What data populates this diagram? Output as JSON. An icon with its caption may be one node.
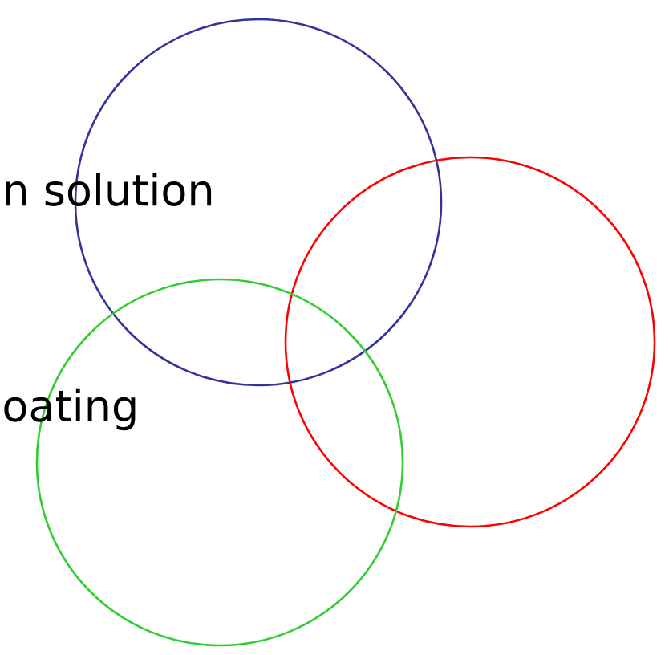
{
  "diagram": {
    "nodes": [
      {
        "text": [],
        "shape": "circle"
      },
      {
        "text": [],
        "shape": "circle"
      },
      {
        "text": [],
        "shape": "circle"
      }
    ],
    "labels": [
      "n solution",
      "oating"
    ]
  }
}
